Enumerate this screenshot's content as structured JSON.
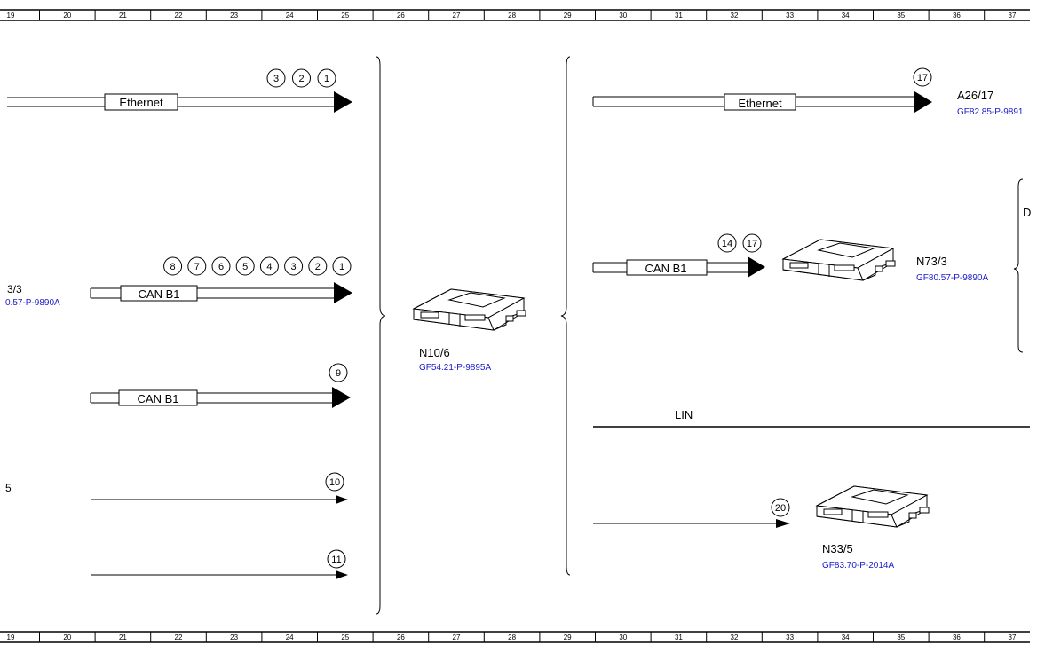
{
  "ruler": {
    "columns": [
      "19",
      "20",
      "21",
      "22",
      "23",
      "24",
      "25",
      "26",
      "27",
      "28",
      "29",
      "30",
      "31",
      "32",
      "33",
      "34",
      "35",
      "36",
      "37"
    ]
  },
  "left": {
    "ethernet": {
      "label": "Ethernet",
      "markers": [
        "3",
        "2",
        "1"
      ]
    },
    "can1": {
      "label": "CAN B1",
      "markers": [
        "8",
        "7",
        "6",
        "5",
        "4",
        "3",
        "2",
        "1"
      ]
    },
    "can2": {
      "label": "CAN B1",
      "markers": [
        "9"
      ]
    },
    "line1": {
      "markers": [
        "10"
      ]
    },
    "line2": {
      "markers": [
        "11"
      ]
    },
    "partial_id": "3/3",
    "partial_ref": "0.57-P-9890A",
    "partial_id2": "5"
  },
  "center": {
    "id": "N10/6",
    "ref": "GF54.21-P-9895A"
  },
  "right": {
    "ethernet": {
      "label": "Ethernet",
      "markers": [
        "17"
      ],
      "id": "A26/17",
      "ref": "GF82.85-P-9891"
    },
    "can": {
      "label": "CAN B1",
      "markers": [
        "14",
        "17"
      ],
      "id": "N73/3",
      "ref": "GF80.57-P-9890A"
    },
    "lin": {
      "label": "LIN"
    },
    "line": {
      "markers": [
        "20"
      ],
      "id": "N33/5",
      "ref": "GF83.70-P-2014A"
    },
    "partial_label": "D"
  }
}
